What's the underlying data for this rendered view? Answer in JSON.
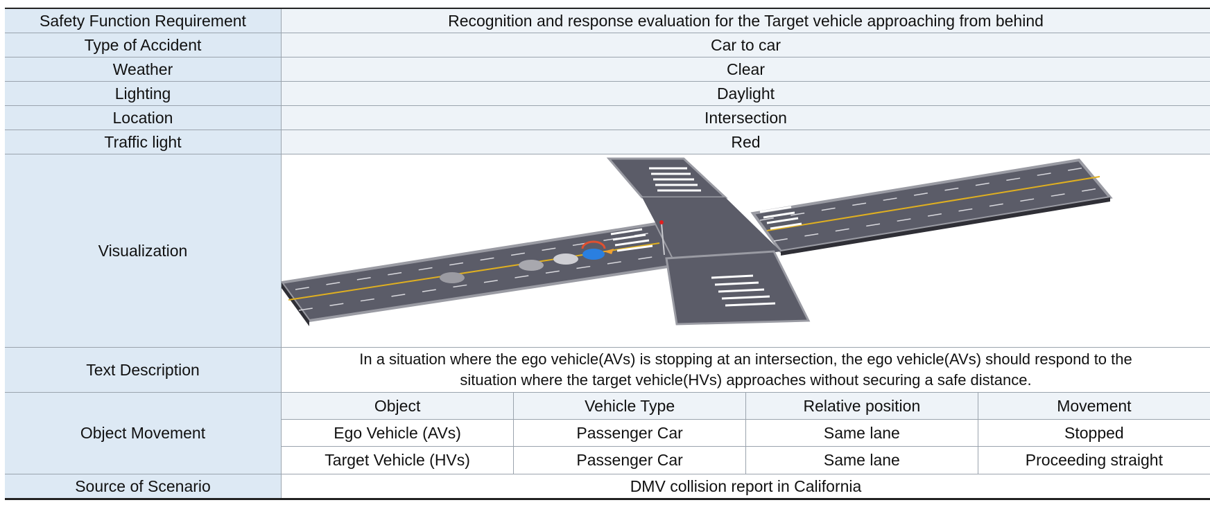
{
  "rows": {
    "safety": {
      "label": "Safety Function Requirement",
      "value": "Recognition and response evaluation for the Target vehicle approaching from behind"
    },
    "accident": {
      "label": "Type of Accident",
      "value": "Car to car"
    },
    "weather": {
      "label": "Weather",
      "value": "Clear"
    },
    "lighting": {
      "label": "Lighting",
      "value": "Daylight"
    },
    "location": {
      "label": "Location",
      "value": "Intersection"
    },
    "traffic": {
      "label": "Traffic light",
      "value": "Red"
    },
    "visualization": {
      "label": "Visualization"
    },
    "description": {
      "label": "Text Description",
      "line1": "In a situation where the ego vehicle(AVs) is stopping at an intersection, the ego vehicle(AVs) should respond to the",
      "line2": "situation where the target vehicle(HVs) approaches without securing a safe distance."
    },
    "movement": {
      "label": "Object Movement",
      "headers": [
        "Object",
        "Vehicle Type",
        "Relative position",
        "Movement"
      ],
      "rows": [
        [
          "Ego Vehicle (AVs)",
          "Passenger Car",
          "Same lane",
          "Stopped"
        ],
        [
          "Target Vehicle (HVs)",
          "Passenger Car",
          "Same lane",
          "Proceeding straight"
        ]
      ]
    },
    "source": {
      "label": "Source of Scenario",
      "value": "DMV collision report in California"
    }
  },
  "colors": {
    "label_bg": "#dde9f4",
    "value_bg": "#eef3f8",
    "road": "#5b5c68",
    "curb": "#9a9ba3",
    "lane_yellow": "#e0b020"
  }
}
